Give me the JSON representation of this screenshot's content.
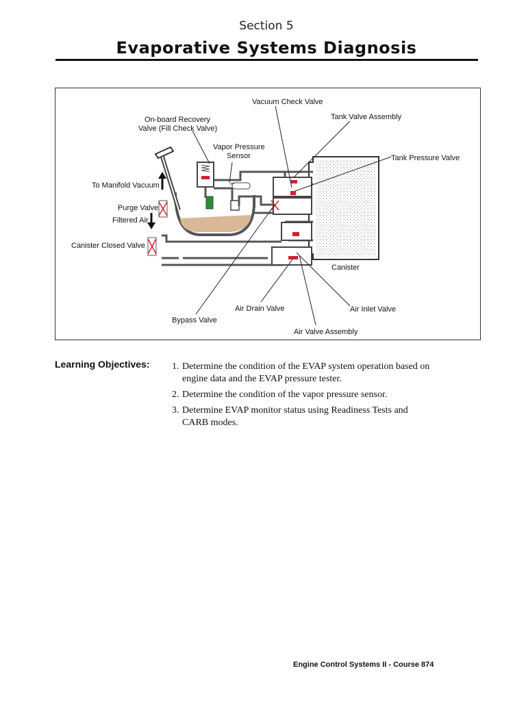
{
  "header": {
    "section": "Section 5",
    "title": "Evaporative Systems Diagnosis"
  },
  "figure": {
    "labels": {
      "vacuum_check_valve": "Vacuum Check Valve",
      "tank_valve_assembly": "Tank Valve Assembly",
      "onboard_recovery_l1": "On-board Recovery",
      "onboard_recovery_l2": "Valve (Fill Check Valve)",
      "vapor_pressure_l1": "Vapor Pressure",
      "vapor_pressure_l2": "Sensor",
      "tank_pressure_valve": "Tank Pressure Valve",
      "to_manifold_vacuum": "To Manifold Vacuum",
      "purge_valve": "Purge Valve",
      "filtered_air": "Filtered Air",
      "canister_closed_valve": "Canister Closed Valve",
      "canister": "Canister",
      "air_drain_valve": "Air Drain Valve",
      "air_inlet_valve": "Air Inlet Valve",
      "bypass_valve": "Bypass Valve",
      "air_valve_assembly": "Air Valve Assembly"
    }
  },
  "objectives": {
    "heading": "Learning Objectives:",
    "items": [
      {
        "num": "1.",
        "line1": "Determine the condition of the EVAP system operation based on",
        "line2": "engine data and the EVAP pressure tester."
      },
      {
        "num": "2.",
        "line1": "Determine the condition of the vapor pressure sensor.",
        "line2": ""
      },
      {
        "num": "3.",
        "line1": "Determine EVAP monitor status using Readiness Tests and",
        "line2": "CARB modes."
      }
    ]
  },
  "footer": {
    "text": "Engine Control Systems II - Course 874"
  },
  "colors": {
    "fuel": "#d9b898",
    "valve_red": "#cc2233",
    "valve_green": "#2e8b3a",
    "pipe": "#555555"
  }
}
